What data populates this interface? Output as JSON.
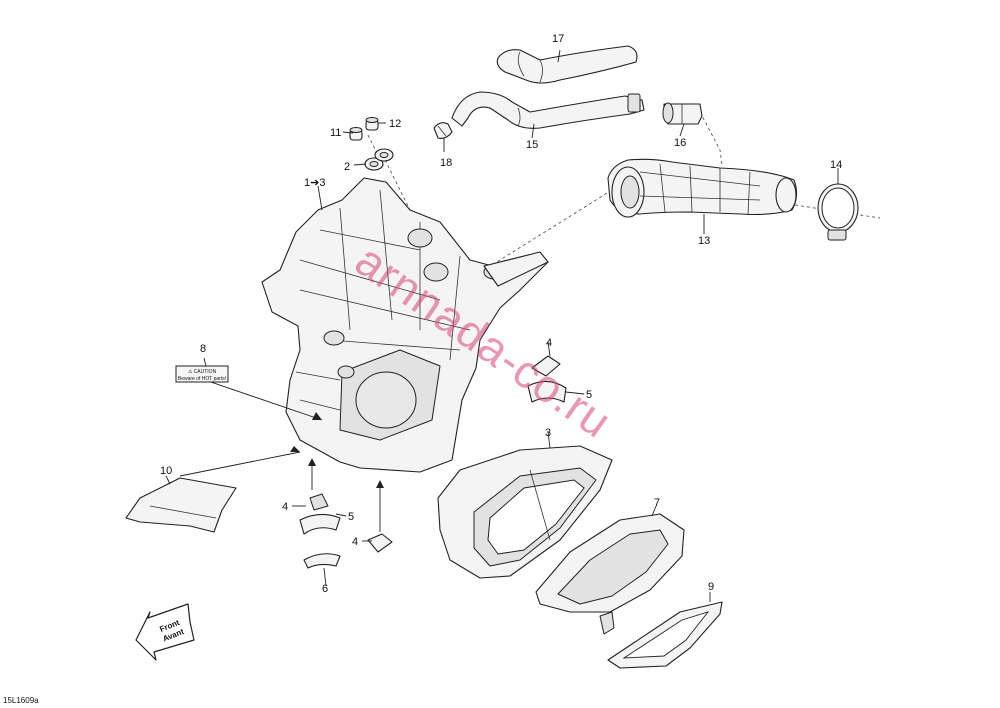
{
  "document_ref": "15L1609a",
  "watermark": "arnnada-co.ru",
  "caution_label": {
    "line1": "⚠ CAUTION",
    "line2": "Beware of HOT parts!"
  },
  "front_arrow": {
    "line1": "Front",
    "line2": "Avant"
  },
  "callouts": [
    "1➔3",
    "2",
    "3",
    "4",
    "5",
    "4",
    "5",
    "4",
    "6",
    "7",
    "8",
    "9",
    "10",
    "11",
    "12",
    "13",
    "14",
    "15",
    "16",
    "17",
    "18"
  ]
}
